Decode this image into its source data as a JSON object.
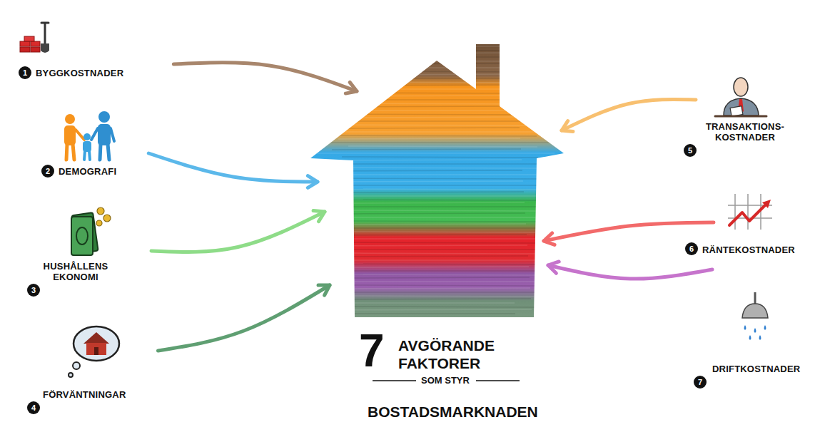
{
  "diagram": {
    "nodes": [
      {
        "text": [
          "1",
          "BYGGKOSTNADER"
        ]
      },
      {
        "text": [
          "2",
          "DEMOGRAFI"
        ]
      },
      {
        "text": [
          "HUSHÅLLENS EKONOMI",
          "3"
        ]
      },
      {
        "text": [
          "FÖRVÄNTNINGAR",
          "4"
        ]
      },
      {
        "text": [
          "TRANSAKTIONS- KOSTNADER",
          "5"
        ]
      },
      {
        "text": [
          "6",
          "RÄNTEKOSTNADER"
        ]
      },
      {
        "text": [
          "DRIFTKOSTNADER",
          "7"
        ]
      },
      {
        "text": [
          "7",
          "AVGÖRANDE FAKTORER",
          "SOM STYR",
          "BOSTADSMARKNADEN"
        ]
      }
    ],
    "edges": [
      {
        "from": 0,
        "to": 7,
        "arrow": "to"
      },
      {
        "from": 1,
        "to": 7,
        "arrow": "to"
      },
      {
        "from": 2,
        "to": 7,
        "arrow": "to"
      },
      {
        "from": 3,
        "to": 7,
        "arrow": "to"
      },
      {
        "from": 4,
        "to": 7,
        "arrow": "to"
      },
      {
        "from": 5,
        "to": 7,
        "arrow": "to"
      },
      {
        "from": 6,
        "to": 7,
        "arrow": "to"
      }
    ]
  }
}
